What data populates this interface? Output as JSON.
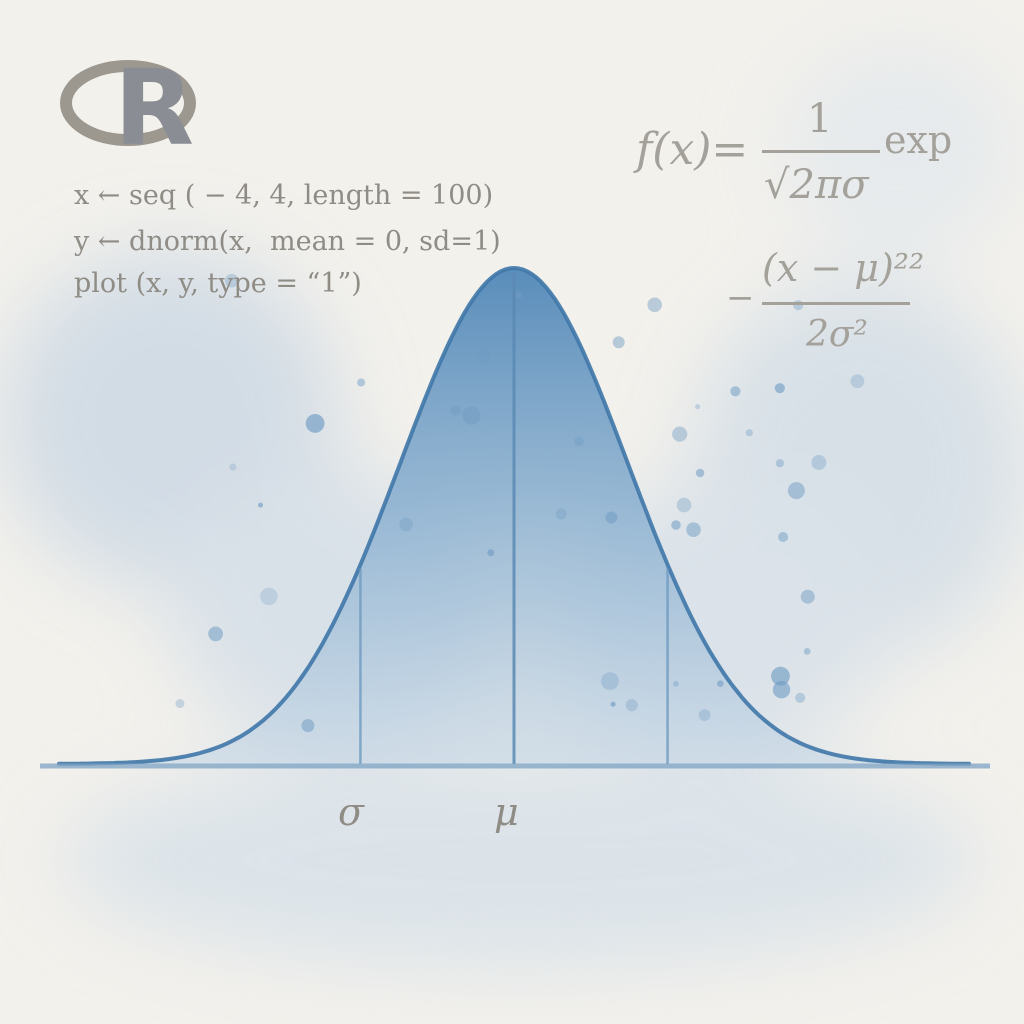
{
  "logo": {
    "letter": "R"
  },
  "code": {
    "lines": [
      "x ← seq ( − 4, 4, length = 100)",
      "y ← dnorm(x,  mean = 0, sd=1)",
      "plot (x, y, type = “1”)"
    ]
  },
  "formula": {
    "lhs": "f(x)=",
    "numerator": "1",
    "denominator": "√2πσ",
    "exp_word": "exp",
    "minus": "−",
    "exponent_numerator": "(x − μ)²²",
    "exponent_denominator": "2σ²"
  },
  "axis_labels": {
    "sigma": "σ",
    "mu": "μ"
  },
  "colors": {
    "paper": "#f3f1ec",
    "wash": "#c9d6e2",
    "curve_fill": "#7ea6c8",
    "curve_stroke": "#3f77a8",
    "text": "#8f8c86",
    "formula_text": "#a4a19b"
  },
  "curve": {
    "distribution": "normal",
    "mean": 0,
    "sd": 1,
    "x_min": -4,
    "x_max": 4,
    "points": 100
  }
}
